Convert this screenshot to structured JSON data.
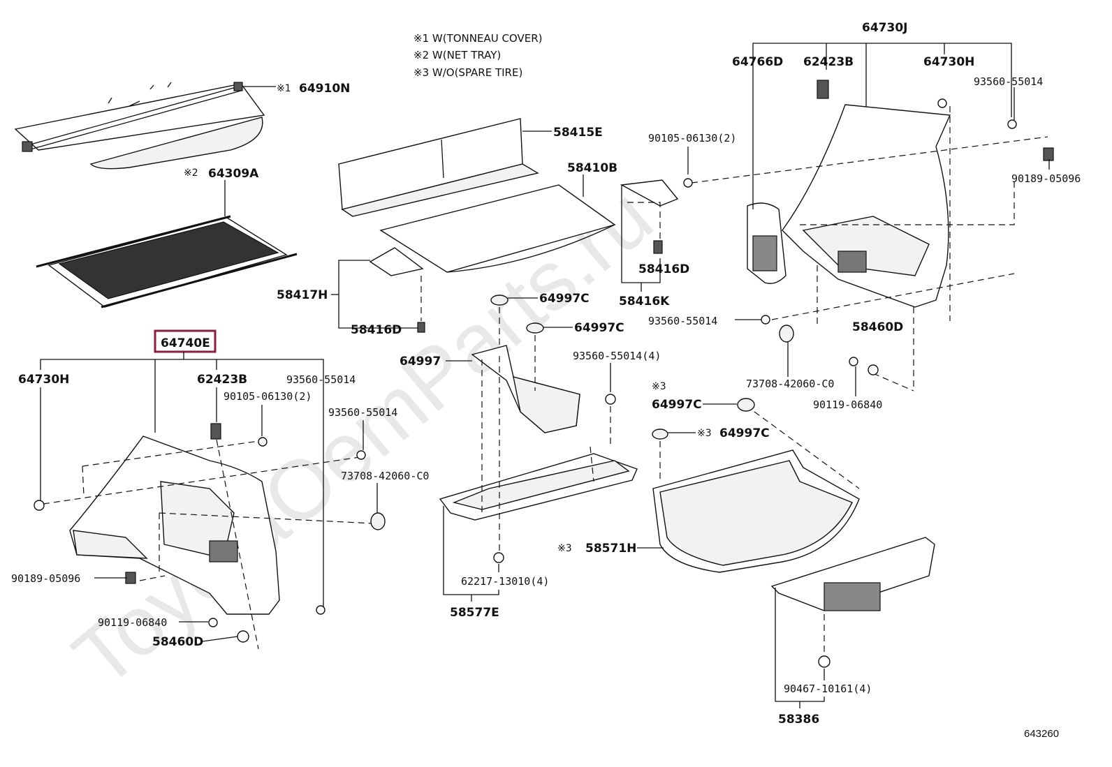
{
  "watermark": "ToyotaOemParts.ru",
  "notes": [
    "※1 W(TONNEAU COVER)",
    "※2 W(NET TRAY)",
    "※3 W/O(SPARE TIRE)"
  ],
  "marks": {
    "m1": "※1",
    "m2": "※2",
    "m3": "※3"
  },
  "highlight_color": "#8b1e3f",
  "labels": {
    "p64910N": "64910N",
    "p64309A": "64309A",
    "p58415E": "58415E",
    "p58410B": "58410B",
    "p58417H": "58417H",
    "p58416D_a": "58416D",
    "p58416D_b": "58416D",
    "p58416K": "58416K",
    "p64730J": "64730J",
    "p64766D": "64766D",
    "p62423B_r": "62423B",
    "p64730H_r": "64730H",
    "p93560_55014_r1": "93560-55014",
    "p90105_06130_r": "90105-06130(2)",
    "p90189_05096_r": "90189-05096",
    "p93560_55014_r2": "93560-55014",
    "p58460D_r": "58460D",
    "p73708_42060_C0_r": "73708-42060-C0",
    "p90119_06840_r": "90119-06840",
    "p64740E": "64740E",
    "p64730H_l": "64730H",
    "p62423B_l": "62423B",
    "p93560_55014_l1": "93560-55014",
    "p90105_06130_l": "90105-06130(2)",
    "p93560_55014_l2": "93560-55014",
    "p73708_42060_C0_l": "73708-42060-C0",
    "p90189_05096_l": "90189-05096",
    "p90119_06840_l": "90119-06840",
    "p58460D_l": "58460D",
    "p64997C_a": "64997C",
    "p64997C_b": "64997C",
    "p64997": "64997",
    "p93560_55014_4": "93560-55014(4)",
    "p62217_13010": "62217-13010(4)",
    "p58577E": "58577E",
    "p64997C_c": "64997C",
    "p64997C_d": "64997C",
    "p58571H": "58571H",
    "p90467_10161": "90467-10161(4)",
    "p58386": "58386"
  },
  "ref_number": "643260"
}
